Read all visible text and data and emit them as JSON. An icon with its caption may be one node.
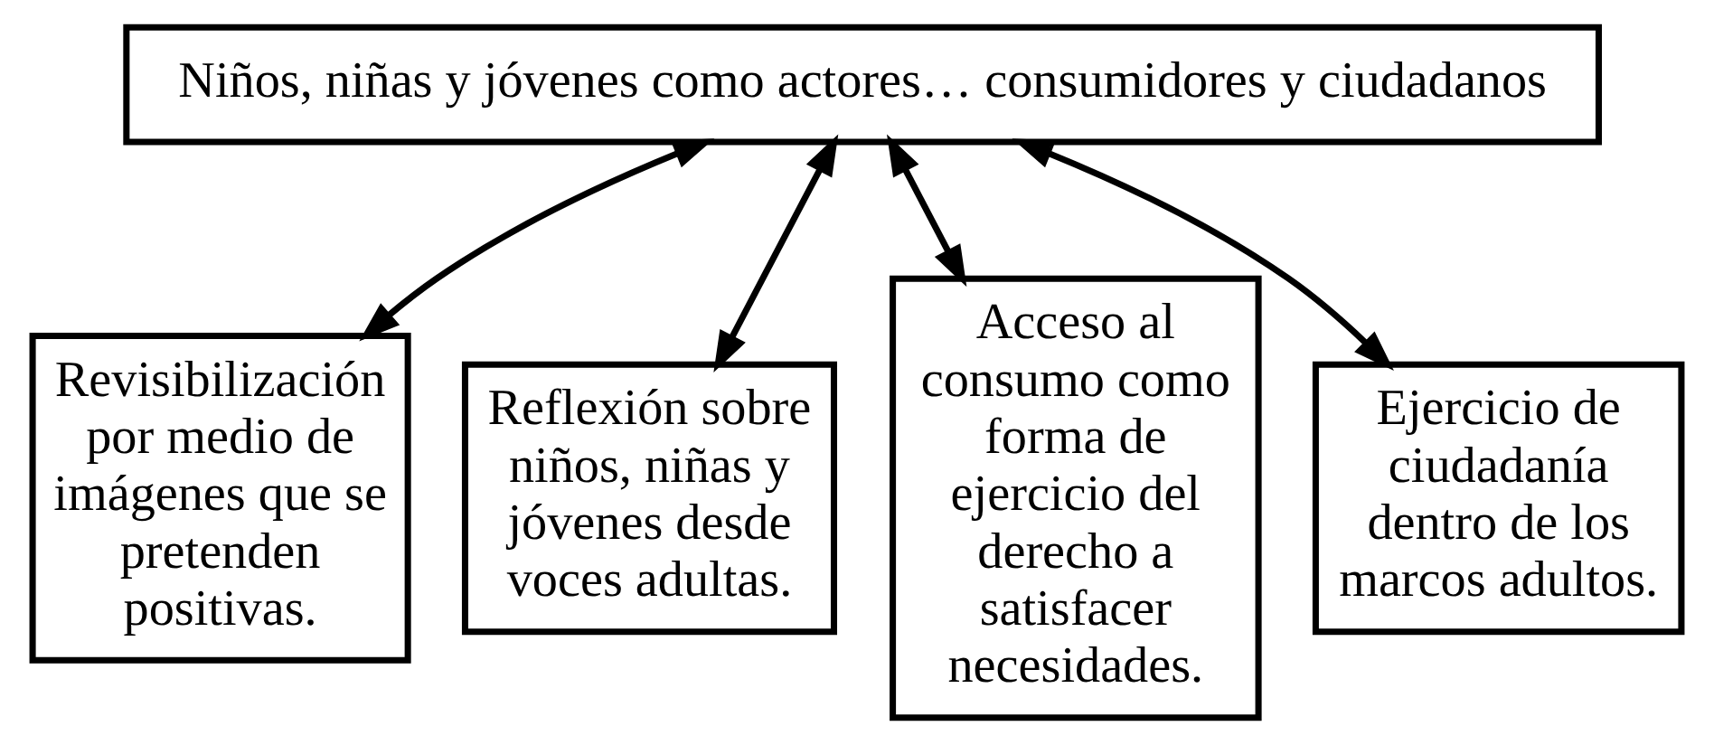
{
  "diagram": {
    "nodes": [
      {
        "text": [
          "Niños, niñas y jóvenes como actores… consumidores y ciudadanos"
        ]
      },
      {
        "text": [
          "Revisibilización por medio de imágenes que se pretenden positivas."
        ]
      },
      {
        "text": [
          "Reflexión sobre niños, niñas y jóvenes desde voces adultas."
        ]
      },
      {
        "text": [
          "Acceso al consumo como forma de ejercicio del derecho a satisfacer necesidades."
        ]
      },
      {
        "text": [
          "Ejercicio de ciudadanía dentro de los marcos adultos."
        ]
      }
    ],
    "edges": [
      {
        "from": 0,
        "to": 1,
        "arrow": "both"
      },
      {
        "from": 0,
        "to": 2,
        "arrow": "both"
      },
      {
        "from": 0,
        "to": 3,
        "arrow": "both"
      },
      {
        "from": 0,
        "to": 4,
        "arrow": "both"
      }
    ]
  }
}
